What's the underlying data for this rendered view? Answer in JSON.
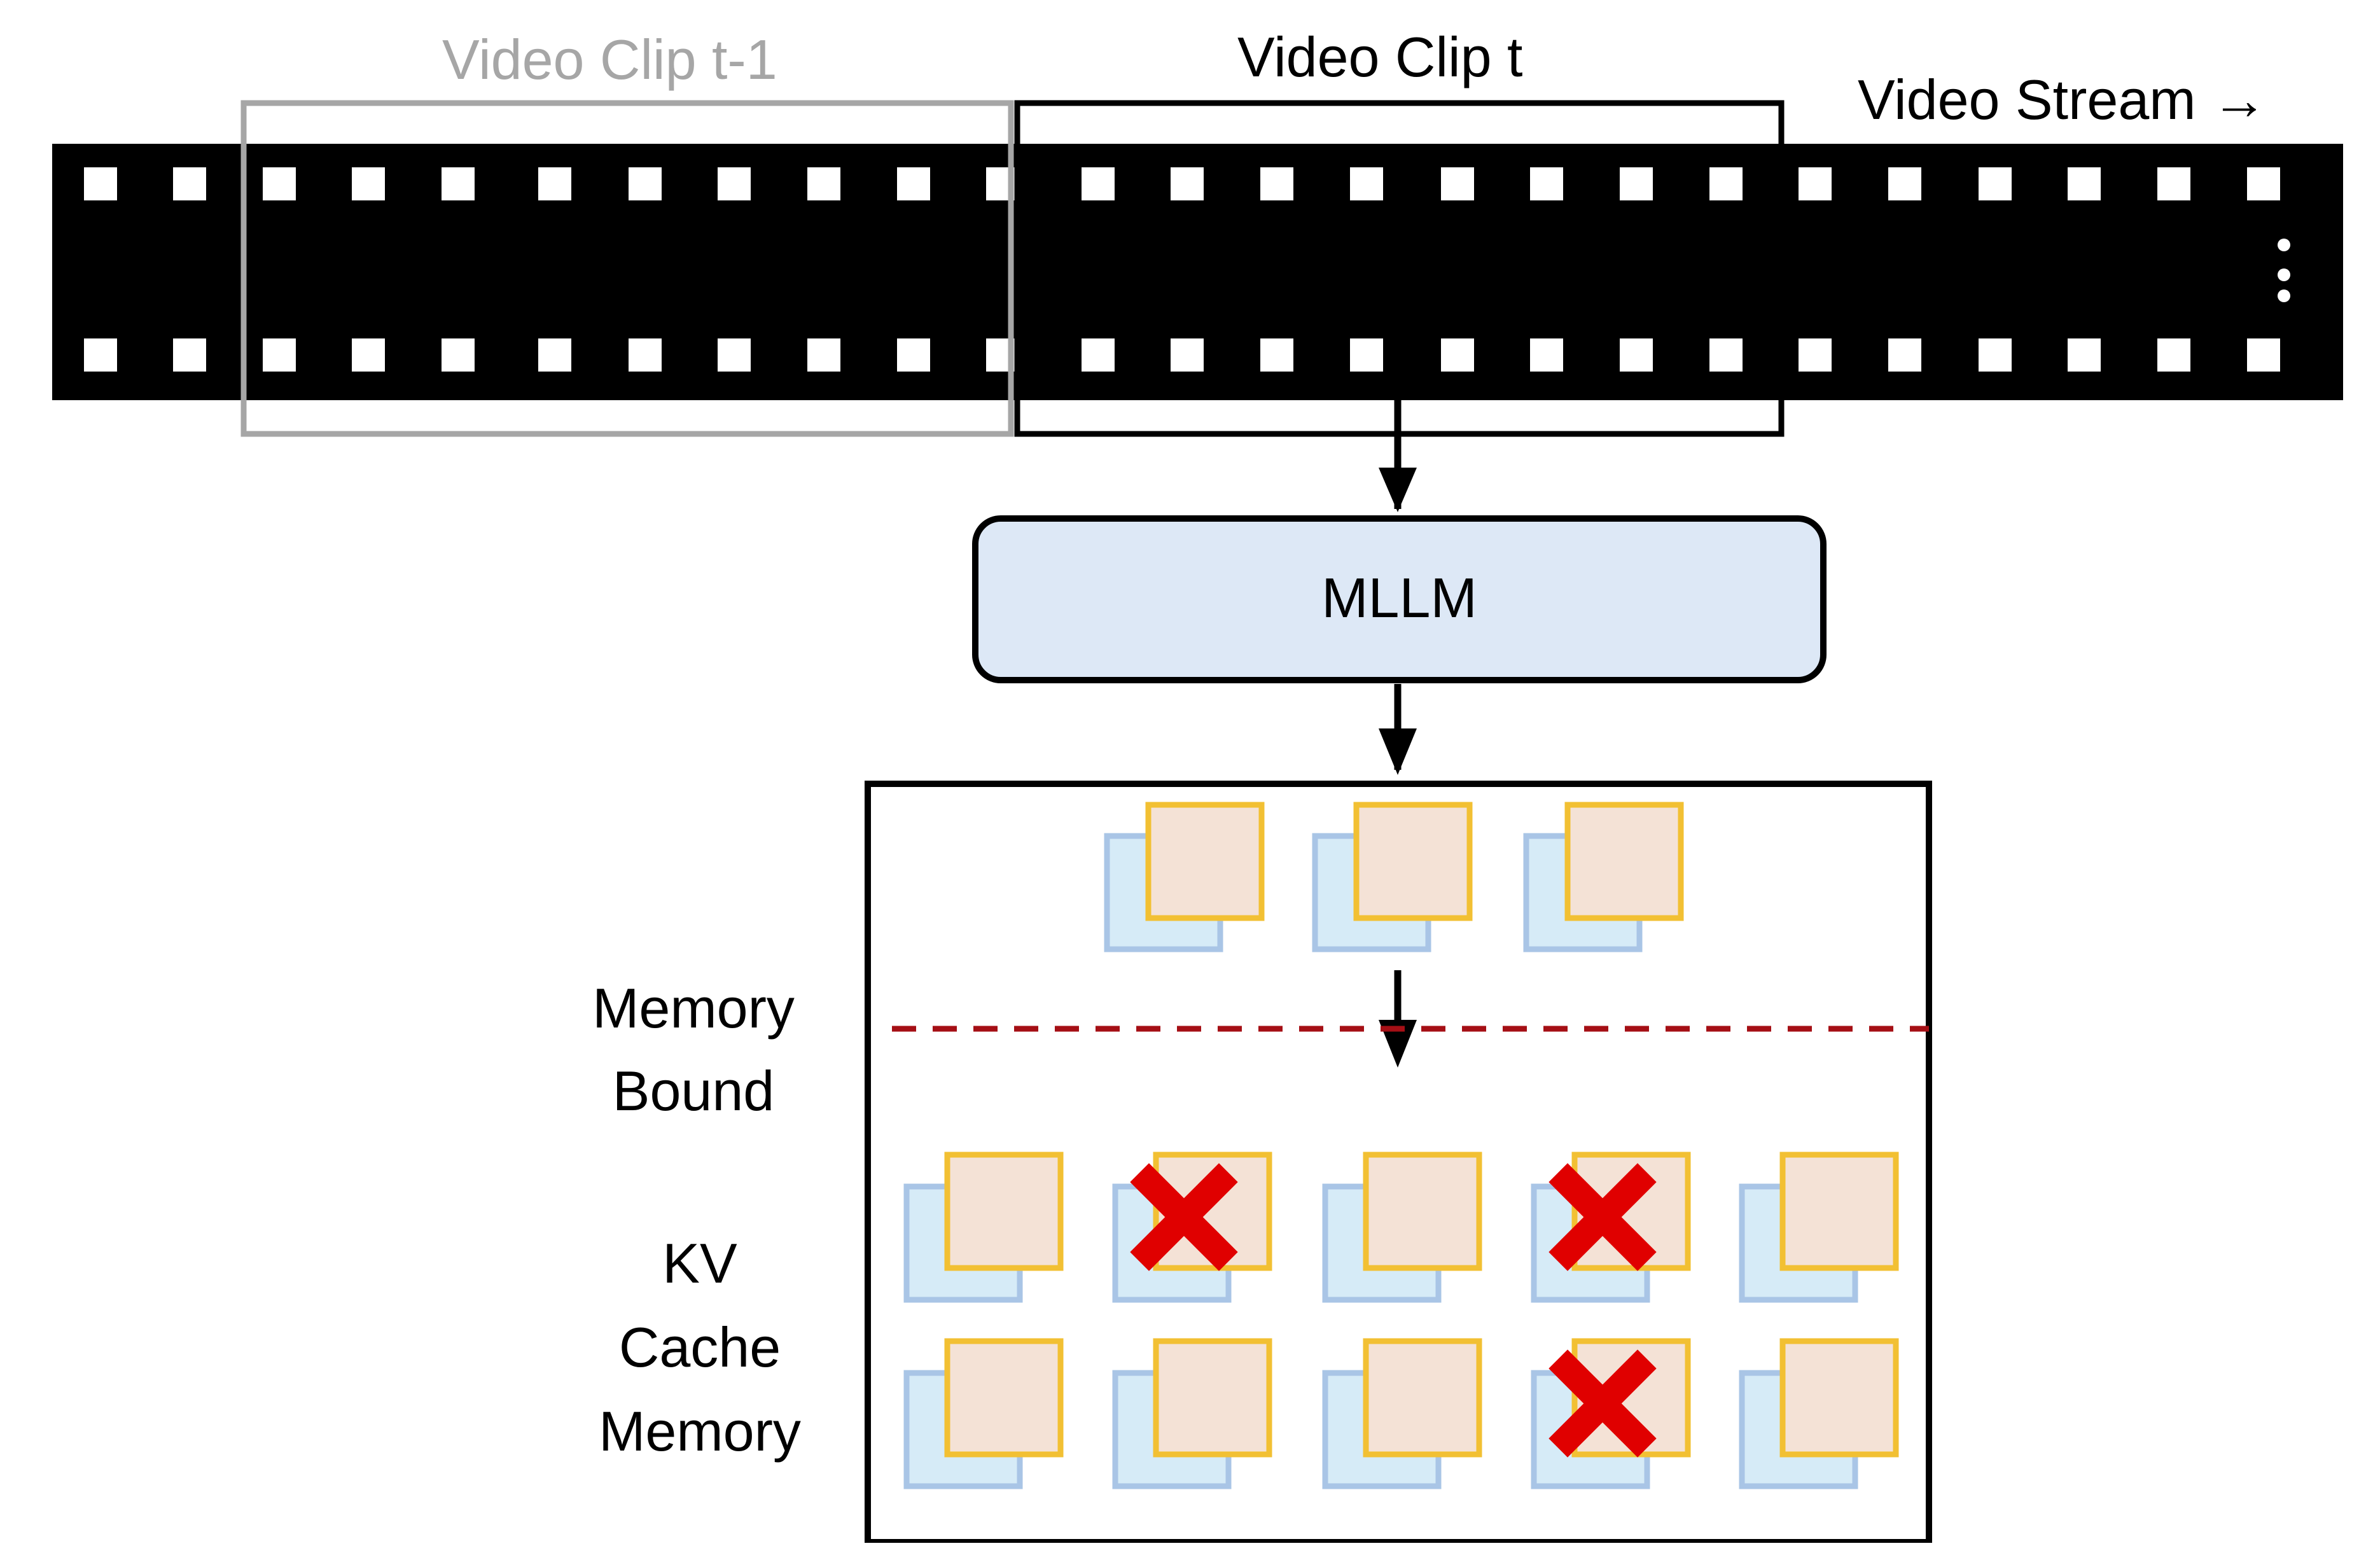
{
  "labels": {
    "clip_prev": "Video Clip t-1",
    "clip_curr": "Video Clip t",
    "stream": "Video Stream",
    "stream_arrow": "→",
    "model": "MLLM",
    "memory_bound": [
      "Memory",
      "Bound"
    ],
    "kv_cache": [
      "KV",
      "Cache",
      "Memory"
    ]
  },
  "incoming_tokens": 3,
  "cache_grid": {
    "rows": 2,
    "cols": 5,
    "evicted": [
      [
        0,
        1
      ],
      [
        0,
        3
      ],
      [
        1,
        3
      ]
    ]
  },
  "colors": {
    "film": "#000000",
    "clip_prev_frame": "#a6a6a6",
    "clip_curr_frame": "#000000",
    "model_fill": "#dde8f6",
    "key_token_fill": "#d6ebf7",
    "key_token_stroke": "#a9c5e6",
    "value_token_fill": "#f4e2d6",
    "value_token_stroke": "#f2c033",
    "memory_bound_line": "#a50f15",
    "evict_mark": "#e00000"
  }
}
